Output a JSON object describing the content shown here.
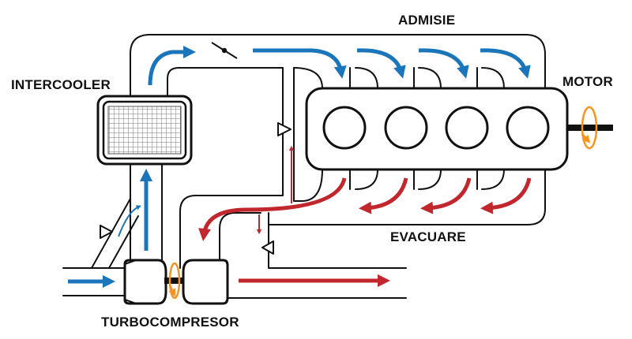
{
  "labels": {
    "admisie": "ADMISIE",
    "motor": "MOTOR",
    "intercooler": "INTERCOOLER",
    "evacuare": "EVACUARE",
    "turbocompresor": "TURBOCOMPRESOR"
  },
  "colors": {
    "intake_flow": "#1b75bb",
    "exhaust_flow": "#c1272d",
    "rotation": "#f7941d",
    "outline": "#111111"
  }
}
